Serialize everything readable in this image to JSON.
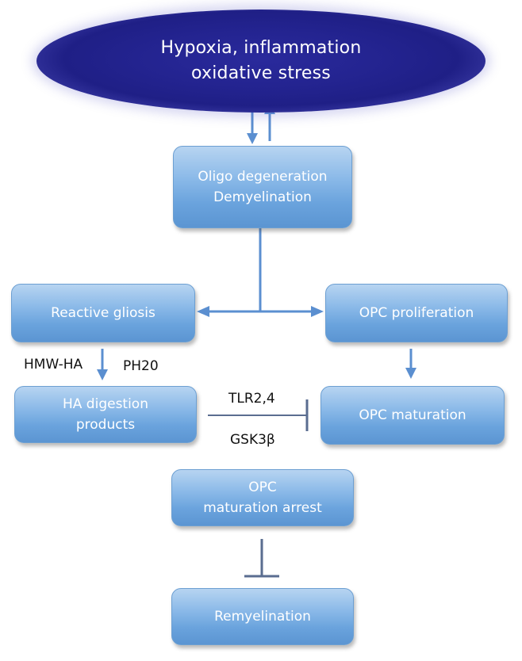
{
  "stress": {
    "line1": "Hypoxia, inflammation",
    "line2": "oxidative stress"
  },
  "nodes": {
    "oligo": {
      "line1": "Oligo degeneration",
      "line2": "Demyelination"
    },
    "gliosis": {
      "label": "Reactive gliosis"
    },
    "proliferation": {
      "label": "OPC proliferation"
    },
    "ha_products": {
      "line1": "HA digestion",
      "line2": "products"
    },
    "maturation": {
      "label": "OPC maturation"
    },
    "arrest": {
      "line1": "OPC",
      "line2": "maturation arrest"
    },
    "remyelination": {
      "label": "Remyelination"
    }
  },
  "edge_labels": {
    "hmw_ha": "HMW-HA",
    "ph20": "PH20",
    "tlr": "TLR2,4",
    "gsk": "GSK3β"
  },
  "colors": {
    "arrow": "#5b8fd0",
    "inhibit": "#5a6d90",
    "box_fill": "#7fb1e6",
    "ellipse_fill": "#23238f"
  }
}
